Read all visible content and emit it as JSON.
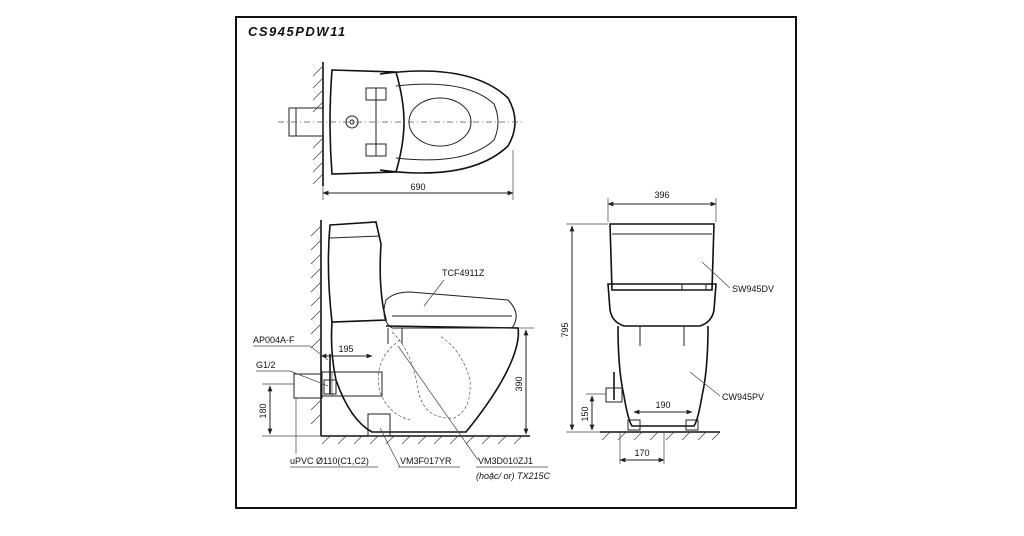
{
  "title": "CS945PDW11",
  "dimensions": {
    "top_length": "690",
    "front_width": "396",
    "height": "795",
    "drain_offset": "195",
    "drain_height": "390",
    "inlet_height": "180",
    "feet_spacing": "190",
    "front_height": "150",
    "base_width": "170"
  },
  "parts": {
    "seat": "TCF4911Z",
    "valve": "AP004A-F",
    "thread": "G1/2",
    "pipe": "uPVC Ø110(C1,C2)",
    "flange": "VM3F017YR",
    "fixing_kit": "VM3D010ZJ1",
    "alt": "(hoặc/ or) TX215C",
    "tank": "SW945DV",
    "bowl": "CW945PV"
  },
  "colors": {
    "line": "#222222",
    "frame": "#111111",
    "background": "#ffffff"
  }
}
